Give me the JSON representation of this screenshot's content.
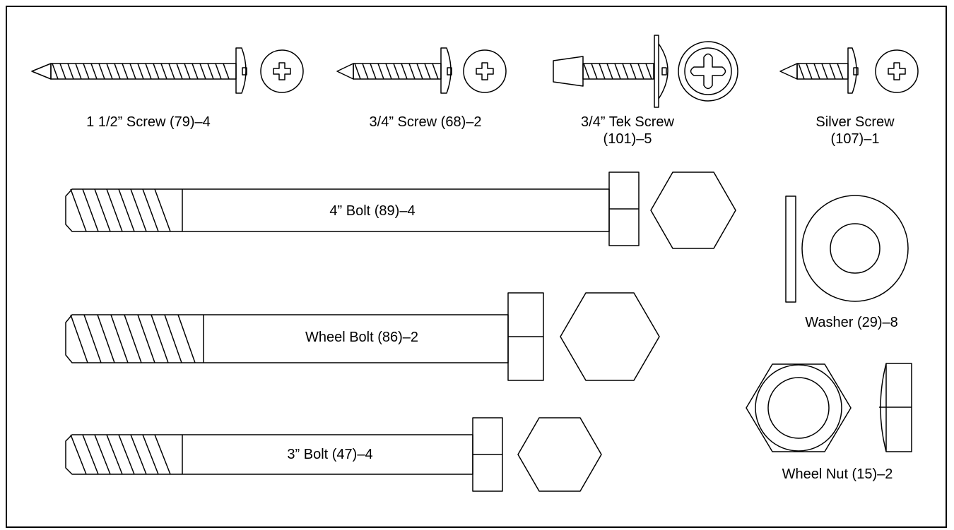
{
  "parts": [
    {
      "id": "screw-1-5",
      "line1": "1 1/2” Screw (79)–4"
    },
    {
      "id": "screw-3-4",
      "line1": "3/4” Screw (68)–2"
    },
    {
      "id": "tek-screw",
      "line1": "3/4” Tek Screw",
      "line2": "(101)–5"
    },
    {
      "id": "silver-screw",
      "line1": "Silver Screw",
      "line2": "(107)–1"
    },
    {
      "id": "bolt-4",
      "line1": "4” Bolt (89)–4"
    },
    {
      "id": "wheel-bolt",
      "line1": "Wheel Bolt (86)–2"
    },
    {
      "id": "bolt-3",
      "line1": "3” Bolt (47)–4"
    },
    {
      "id": "washer",
      "line1": "Washer (29)–8"
    },
    {
      "id": "wheel-nut",
      "line1": "Wheel Nut (15)–2"
    }
  ]
}
